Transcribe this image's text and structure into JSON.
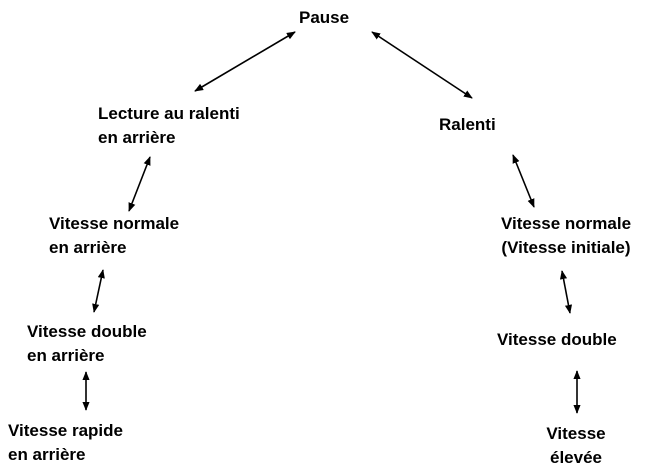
{
  "colors": {
    "text": "#000000",
    "arrow": "#000000",
    "background": "#ffffff"
  },
  "nodes": {
    "pause": {
      "lines": [
        "Pause"
      ]
    },
    "slow_reverse": {
      "lines": [
        "Lecture au ralenti",
        "en arrière"
      ]
    },
    "slow": {
      "lines": [
        "Ralenti"
      ]
    },
    "normal_reverse": {
      "lines": [
        "Vitesse normale",
        "en arrière"
      ]
    },
    "normal": {
      "lines": [
        "Vitesse normale",
        "(Vitesse initiale)"
      ]
    },
    "double_reverse": {
      "lines": [
        "Vitesse double",
        "en arrière"
      ]
    },
    "double": {
      "lines": [
        "Vitesse double"
      ]
    },
    "fast_reverse": {
      "lines": [
        "Vitesse rapide",
        "en arrière"
      ]
    },
    "high": {
      "lines": [
        "Vitesse",
        "élevée"
      ]
    }
  },
  "connections": [
    {
      "from": "pause",
      "to": "slow_reverse",
      "style": "double-arrow"
    },
    {
      "from": "pause",
      "to": "slow",
      "style": "double-arrow"
    },
    {
      "from": "slow_reverse",
      "to": "normal_reverse",
      "style": "double-arrow"
    },
    {
      "from": "normal_reverse",
      "to": "double_reverse",
      "style": "double-arrow"
    },
    {
      "from": "double_reverse",
      "to": "fast_reverse",
      "style": "double-arrow"
    },
    {
      "from": "slow",
      "to": "normal",
      "style": "double-arrow"
    },
    {
      "from": "normal",
      "to": "double",
      "style": "double-arrow"
    },
    {
      "from": "double",
      "to": "high",
      "style": "double-arrow"
    }
  ]
}
